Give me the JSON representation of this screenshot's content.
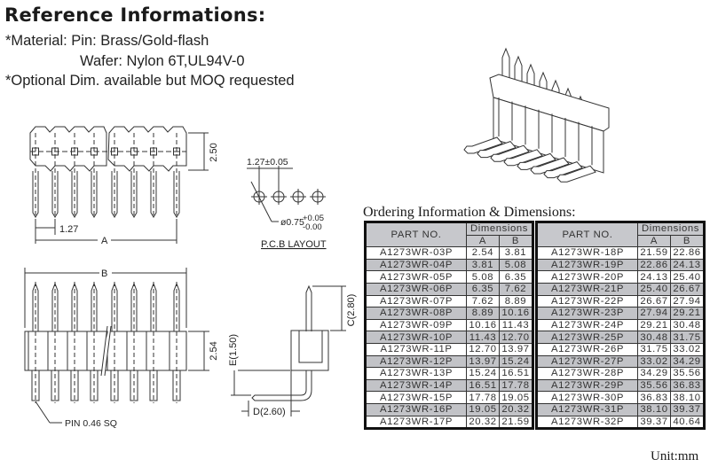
{
  "header": {
    "title": "Reference Informations:",
    "material_line": "*Material: Pin: Brass/Gold-flash",
    "wafer_line": "Wafer: Nylon 6T,UL94V-0",
    "optional_line": "*Optional Dim. available but MOQ requested"
  },
  "drawings": {
    "top_view": {
      "pitch_label": "1.27",
      "width_label": "A",
      "height_label": "2.50"
    },
    "pcb_layout": {
      "pitch_label": "1.27±0.05",
      "hole_label": "ø0.75",
      "tol_plus": "+0.05",
      "tol_minus": "-0.00",
      "caption": "P.C.B  LAYOUT"
    },
    "front_view": {
      "width_label": "B",
      "height_label": "2.54",
      "pin_label": "PIN  0.46  SQ"
    },
    "side_view": {
      "c_label": "C(2.80)",
      "e_label": "E(1.50)",
      "d_label": "D(2.60)"
    }
  },
  "ordering": {
    "title": "Ordering Information & Dimensions:",
    "col_part": "PART NO.",
    "col_dims": "Dimensions",
    "col_a": "A",
    "col_b": "B",
    "left_rows": [
      {
        "part": "A1273WR-03P",
        "a": "2.54",
        "b": "3.81"
      },
      {
        "part": "A1273WR-04P",
        "a": "3.81",
        "b": "5.08"
      },
      {
        "part": "A1273WR-05P",
        "a": "5.08",
        "b": "6.35"
      },
      {
        "part": "A1273WR-06P",
        "a": "6.35",
        "b": "7.62"
      },
      {
        "part": "A1273WR-07P",
        "a": "7.62",
        "b": "8.89"
      },
      {
        "part": "A1273WR-08P",
        "a": "8.89",
        "b": "10.16"
      },
      {
        "part": "A1273WR-09P",
        "a": "10.16",
        "b": "11.43"
      },
      {
        "part": "A1273WR-10P",
        "a": "11.43",
        "b": "12.70"
      },
      {
        "part": "A1273WR-11P",
        "a": "12.70",
        "b": "13.97"
      },
      {
        "part": "A1273WR-12P",
        "a": "13.97",
        "b": "15.24"
      },
      {
        "part": "A1273WR-13P",
        "a": "15.24",
        "b": "16.51"
      },
      {
        "part": "A1273WR-14P",
        "a": "16.51",
        "b": "17.78"
      },
      {
        "part": "A1273WR-15P",
        "a": "17.78",
        "b": "19.05"
      },
      {
        "part": "A1273WR-16P",
        "a": "19.05",
        "b": "20.32"
      },
      {
        "part": "A1273WR-17P",
        "a": "20.32",
        "b": "21.59"
      }
    ],
    "right_rows": [
      {
        "part": "A1273WR-18P",
        "a": "21.59",
        "b": "22.86"
      },
      {
        "part": "A1273WR-19P",
        "a": "22.86",
        "b": "24.13"
      },
      {
        "part": "A1273WR-20P",
        "a": "24.13",
        "b": "25.40"
      },
      {
        "part": "A1273WR-21P",
        "a": "25.40",
        "b": "26.67"
      },
      {
        "part": "A1273WR-22P",
        "a": "26.67",
        "b": "27.94"
      },
      {
        "part": "A1273WR-23P",
        "a": "27.94",
        "b": "29.21"
      },
      {
        "part": "A1273WR-24P",
        "a": "29.21",
        "b": "30.48"
      },
      {
        "part": "A1273WR-25P",
        "a": "30.48",
        "b": "31.75"
      },
      {
        "part": "A1273WR-26P",
        "a": "31.75",
        "b": "33.02"
      },
      {
        "part": "A1273WR-27P",
        "a": "33.02",
        "b": "34.29"
      },
      {
        "part": "A1273WR-28P",
        "a": "34.29",
        "b": "35.56"
      },
      {
        "part": "A1273WR-29P",
        "a": "35.56",
        "b": "36.83"
      },
      {
        "part": "A1273WR-30P",
        "a": "36.83",
        "b": "38.10"
      },
      {
        "part": "A1273WR-31P",
        "a": "38.10",
        "b": "39.37"
      },
      {
        "part": "A1273WR-32P",
        "a": "39.37",
        "b": "40.64"
      }
    ],
    "unit": "Unit:mm"
  }
}
